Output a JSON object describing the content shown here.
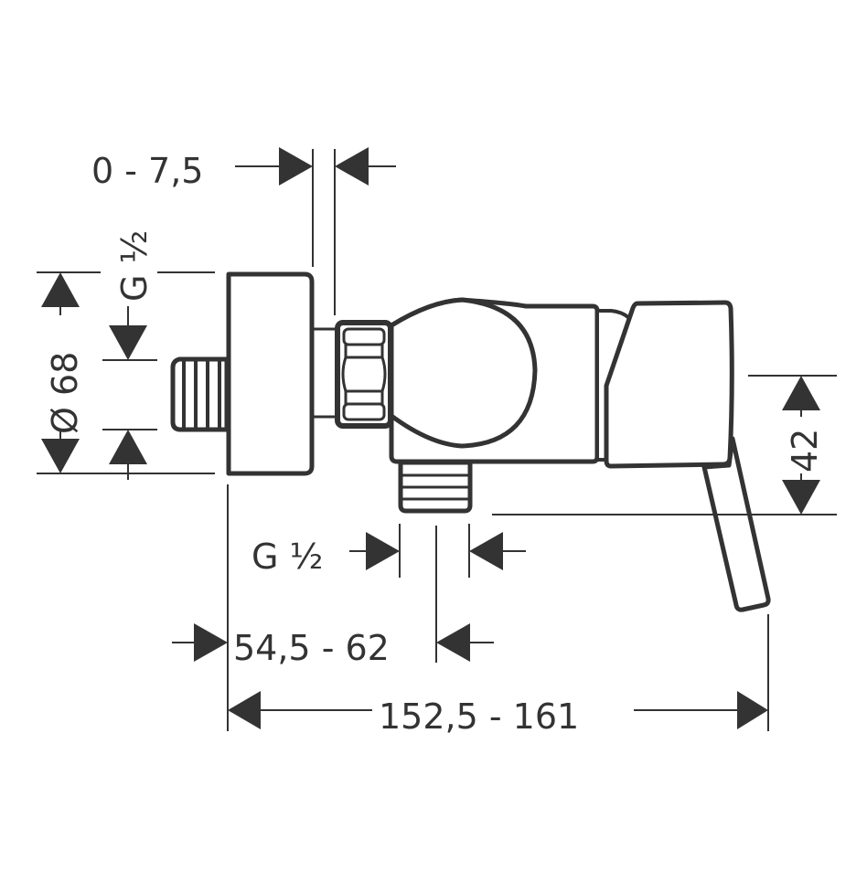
{
  "drawing": {
    "subject": "Single-lever shower mixer, exposed installation (side view)",
    "line_color": "#333333",
    "background": "#ffffff"
  },
  "dimensions": {
    "offset": "0 - 7,5",
    "inlet_thread_top": "G ½",
    "diameter": "Ø 68",
    "outlet_thread": "G ½",
    "outlet_distance": "54,5 - 62",
    "total_depth": "152,5 - 161",
    "lever_height": "42"
  }
}
